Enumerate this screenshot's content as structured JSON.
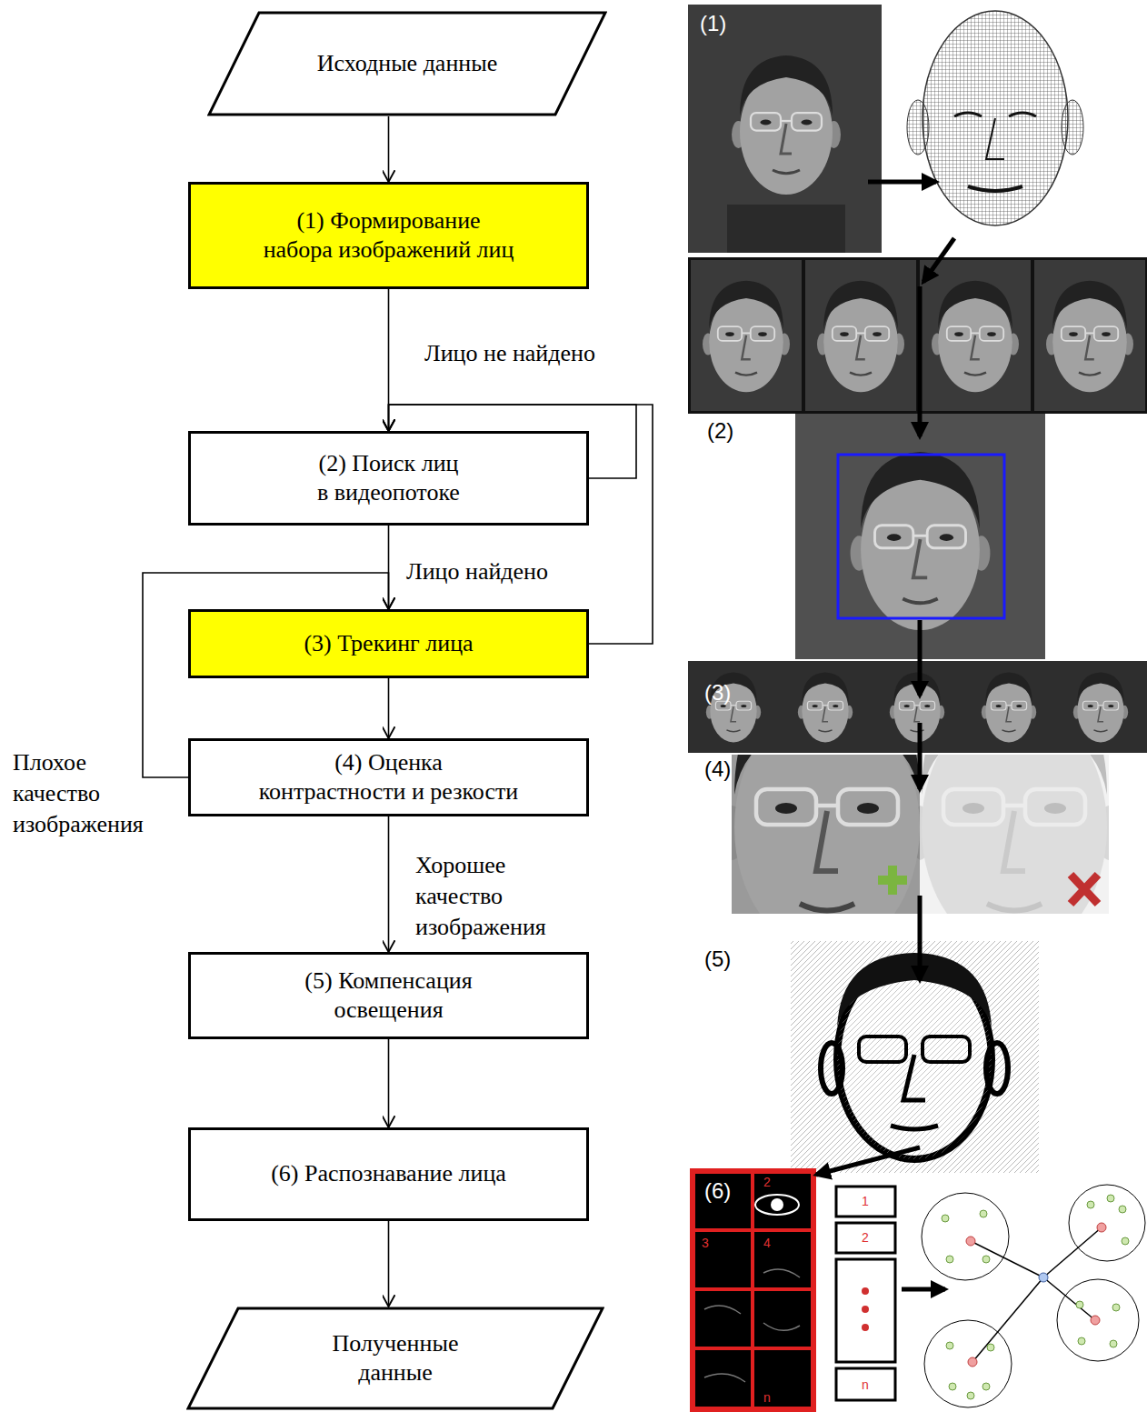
{
  "diagram": {
    "nodes": [
      {
        "text": [
          "Исходные данные"
        ]
      },
      {
        "text": [
          "(1) Формирование набора изображений лиц"
        ]
      },
      {
        "text": [
          "(2) Поиск лиц в видеопотоке"
        ]
      },
      {
        "text": [
          "(3) Трекинг лица"
        ]
      },
      {
        "text": [
          "(4) Оценка контрастности и резкости"
        ]
      },
      {
        "text": [
          "(5) Компенсация освещения"
        ]
      },
      {
        "text": [
          "(6) Распознавание лица"
        ]
      },
      {
        "text": [
          "Полученные данные"
        ]
      }
    ],
    "edges": [
      {
        "from": 0,
        "to": 1,
        "arrow": "to"
      },
      {
        "from": 1,
        "to": 2,
        "arrow": "to"
      },
      {
        "from": 2,
        "to": 3,
        "arrow": "to",
        "label": "Лицо найдено"
      },
      {
        "from": 2,
        "to": 2,
        "arrow": "to"
      },
      {
        "from": 3,
        "to": 2,
        "arrow": "to",
        "label": "Лицо не найдено"
      },
      {
        "from": 3,
        "to": 4,
        "arrow": "to"
      },
      {
        "from": 4,
        "to": 3,
        "arrow": "to",
        "label": "Плохое качество изображения"
      },
      {
        "from": 4,
        "to": 5,
        "arrow": "to",
        "label": "Хорошее качество изображения"
      },
      {
        "from": 5,
        "to": 6,
        "arrow": "to"
      },
      {
        "from": 6,
        "to": 7,
        "arrow": "to"
      }
    ],
    "labels": [
      "(1)",
      "(2)",
      "(3)",
      "(4)",
      "(5)",
      "(6)",
      "2",
      "3",
      "4",
      "n",
      "1",
      "2",
      "n"
    ]
  }
}
